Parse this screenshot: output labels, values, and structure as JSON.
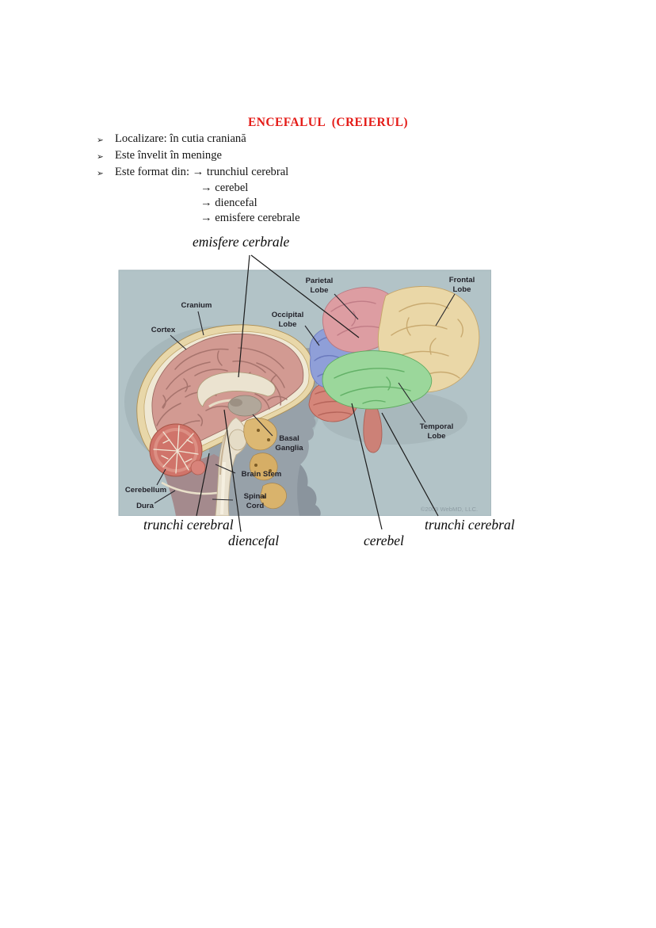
{
  "title": {
    "text": "ENCEFALUL  (CREIERUL)",
    "color": "#e41b17"
  },
  "bullet_list": {
    "marker": "➢",
    "items": [
      "Localizare: în cutia craniană",
      "Este învelit în meninge",
      "Este format din: → trunchiul cerebral"
    ],
    "sub_items": [
      "→ cerebel",
      "→ diencefal",
      "→ emisfere cerebrale"
    ]
  },
  "annotations": {
    "top_label": "emisfere cerbrale",
    "bottom_left": "trunchi cerebral",
    "bottom_diencefal": "diencefal",
    "bottom_cerebel": "cerebel",
    "bottom_right": "trunchi cerebral"
  },
  "figure": {
    "watermark": "©2009 WebMD, LLC.",
    "labels": {
      "cranium": "Cranium",
      "cortex": "Cortex",
      "parietal_1": "Parietal",
      "parietal_2": "Lobe",
      "occipital_1": "Occipital",
      "occipital_2": "Lobe",
      "frontal_1": "Frontal",
      "frontal_2": "Lobe",
      "temporal_1": "Temporal",
      "temporal_2": "Lobe",
      "basal_1": "Basal",
      "basal_2": "Ganglia",
      "brain_stem": "Brain Stem",
      "spinal_1": "Spinal",
      "spinal_2": "Cord",
      "cerebellum": "Cerebellum",
      "dura": "Dura"
    },
    "colors": {
      "background": "#b2c3c7",
      "skull": "#e8d7a9",
      "brain": "#d29a92",
      "silhouette": "#97a1a9",
      "frontal_lobe": "#ead7a7",
      "parietal_lobe": "#dd9da2",
      "occipital_lobe": "#8f9fd8",
      "temporal_lobe": "#9bd79b",
      "cerebellum": "#d0746a"
    }
  }
}
